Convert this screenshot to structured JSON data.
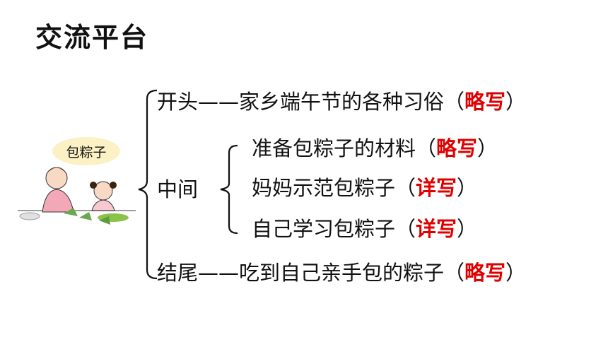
{
  "title": "交流平台",
  "illustration": {
    "label": "包粽子"
  },
  "outline": {
    "start": {
      "label": "开头",
      "dash": "——",
      "text": "家乡端午节的各种习俗（",
      "mark": "略写",
      "close": "）"
    },
    "middle": {
      "label": "中间",
      "items": [
        {
          "text": "准备包粽子的材料（",
          "mark": "略写",
          "close": "）"
        },
        {
          "text": "妈妈示范包粽子（",
          "mark": "详写",
          "close": "）"
        },
        {
          "text": "自己学习包粽子（",
          "mark": "详写",
          "close": "）"
        }
      ]
    },
    "end": {
      "label": "结尾",
      "dash": "——",
      "text": "吃到自己亲手包的粽子（",
      "mark": "略写",
      "close": "）"
    }
  },
  "colors": {
    "mark": "#e00000",
    "text": "#111111"
  }
}
